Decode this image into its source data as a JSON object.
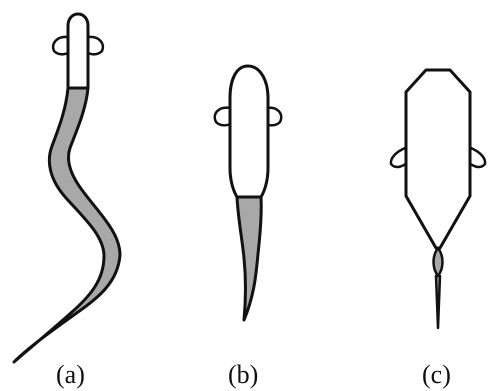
{
  "figure": {
    "panels": [
      {
        "label": "(a)"
      },
      {
        "label": "(b)"
      },
      {
        "label": "(c)"
      }
    ]
  },
  "colors": {
    "outline": "#111111",
    "body_fill": "#ffffff",
    "shaded_fill": "#a8a8a8",
    "background": "#ffffff"
  }
}
